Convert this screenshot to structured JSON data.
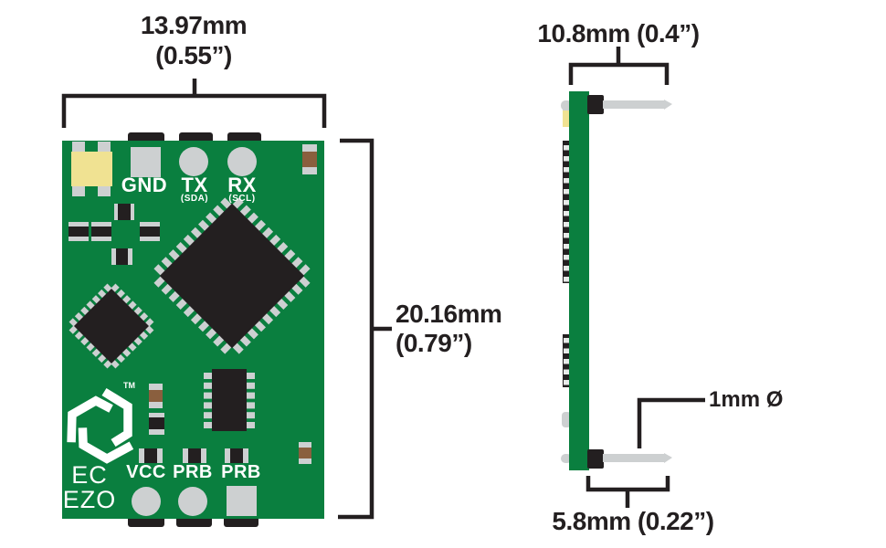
{
  "front_view": {
    "width_dim": {
      "mm": "13.97mm",
      "inch": "(0.55”)"
    },
    "height_dim": {
      "mm": "20.16mm",
      "inch": "(0.79”)"
    },
    "top_pads": {
      "gnd": "GND",
      "tx": "TX",
      "tx_sub": "(SDA)",
      "rx": "RX",
      "rx_sub": "(SCL)"
    },
    "bottom_pads": {
      "vcc": "VCC",
      "prb_left": "PRB",
      "prb_right": "PRB"
    },
    "circuit_name": {
      "line1": "EC",
      "line2": "EZO"
    },
    "logo_trademark": "TM"
  },
  "side_view": {
    "width_dim": "10.8mm (0.4”)",
    "pin_diameter": "1mm Ø",
    "pin_length_dim": "5.8mm (0.22”)"
  },
  "colors": {
    "pcb_green": "#0A7F3F",
    "component_black": "#231F20",
    "pad_silver": "#CDD0D1",
    "crystal_yellow": "#F0E292",
    "resistor_brown": "#8A5F3E",
    "annotation": "#231F20"
  }
}
